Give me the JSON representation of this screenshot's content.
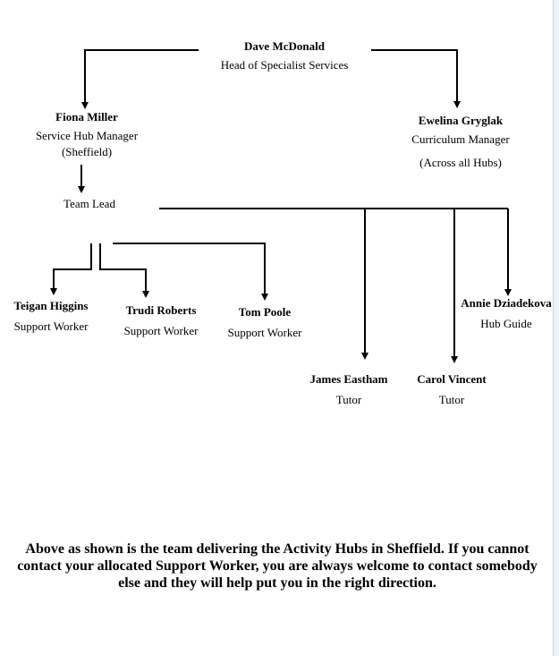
{
  "org": {
    "dave": {
      "name": "Dave McDonald",
      "role": "Head of Specialist Services"
    },
    "fiona": {
      "name": "Fiona Miller",
      "role_line1": "Service Hub Manager",
      "role_line2": "(Sheffield)"
    },
    "ewelina": {
      "name": "Ewelina Gryglak",
      "role_line1": "Curriculum Manager",
      "role_line2": "(Across all Hubs)"
    },
    "team_lead": {
      "label": "Team Lead"
    },
    "teigan": {
      "name": "Teigan Higgins",
      "role": "Support Worker"
    },
    "trudi": {
      "name": "Trudi Roberts",
      "role": "Support Worker"
    },
    "tom": {
      "name": "Tom Poole",
      "role": "Support Worker"
    },
    "annie": {
      "name": "Annie Dziadekova",
      "role": "Hub Guide"
    },
    "james": {
      "name": "James Eastham",
      "role": "Tutor"
    },
    "carol": {
      "name": "Carol Vincent",
      "role": "Tutor"
    }
  },
  "footer_note": "Above as shown is the team delivering the Activity Hubs in Sheffield. If you cannot contact your allocated Support Worker, you are always welcome to contact somebody else and they will help put you in the right direction."
}
